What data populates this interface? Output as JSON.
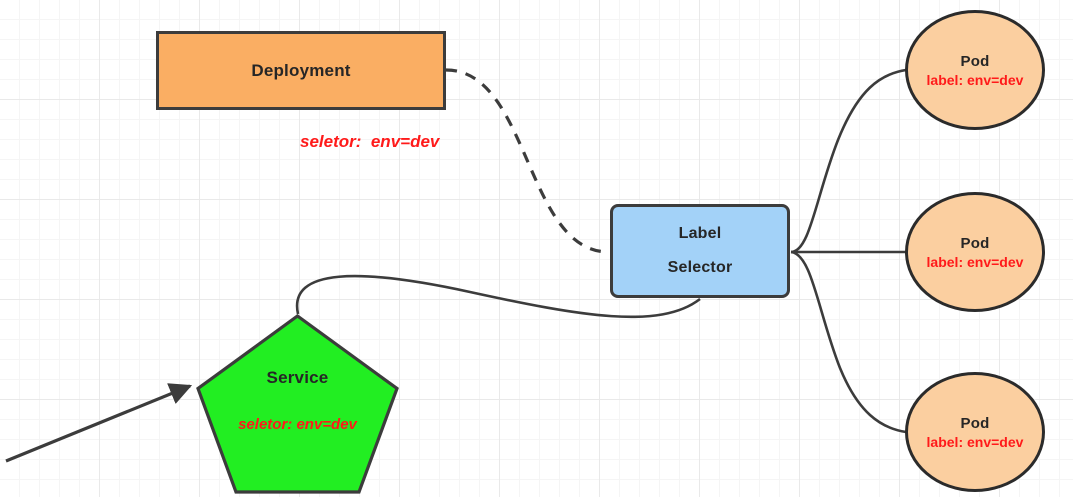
{
  "diagram": {
    "title": "Kubernetes label selector diagram",
    "background": {
      "grid_minor_color": "#f5f5f5",
      "grid_major_color": "#e9e9e9"
    },
    "nodes": {
      "deployment": {
        "label": "Deployment",
        "shape": "rectangle",
        "fill": "#faae63",
        "stroke": "#3c3c3c"
      },
      "deployment_caption": {
        "text": "seletor:  env=dev",
        "color": "#ff1a1a"
      },
      "label_selector": {
        "line1": "Label",
        "line2": "Selector",
        "shape": "rounded-rectangle",
        "fill": "#a3d2f8",
        "stroke": "#3c3c3c"
      },
      "service": {
        "label": "Service",
        "sub": "seletor:  env=dev",
        "shape": "pentagon",
        "fill": "#22ee22",
        "stroke": "#3c3c3c",
        "sub_color": "#ff1a1a"
      },
      "pods": [
        {
          "label": "Pod",
          "sub": "label: env=dev",
          "shape": "ellipse",
          "fill": "#fbcfa0",
          "stroke": "#2b2b2b",
          "sub_color": "#ff1a1a"
        },
        {
          "label": "Pod",
          "sub": "label: env=dev",
          "shape": "ellipse",
          "fill": "#fbcfa0",
          "stroke": "#2b2b2b",
          "sub_color": "#ff1a1a"
        },
        {
          "label": "Pod",
          "sub": "label: env=dev",
          "shape": "ellipse",
          "fill": "#fbcfa0",
          "stroke": "#2b2b2b",
          "sub_color": "#ff1a1a"
        }
      ]
    },
    "edges": [
      {
        "name": "deployment-to-label-selector",
        "style": "dashed",
        "from": "deployment",
        "to": "label_selector",
        "arrowhead": false,
        "color": "#3c3c3c"
      },
      {
        "name": "service-to-label-selector",
        "style": "solid",
        "from": "service",
        "to": "label_selector",
        "arrowhead": false,
        "color": "#3c3c3c"
      },
      {
        "name": "label-selector-to-pod-1",
        "style": "solid",
        "from": "label_selector",
        "to": "pod-1",
        "arrowhead": false,
        "color": "#3c3c3c"
      },
      {
        "name": "label-selector-to-pod-2",
        "style": "solid",
        "from": "label_selector",
        "to": "pod-2",
        "arrowhead": false,
        "color": "#3c3c3c"
      },
      {
        "name": "label-selector-to-pod-3",
        "style": "solid",
        "from": "label_selector",
        "to": "pod-3",
        "arrowhead": false,
        "color": "#3c3c3c"
      },
      {
        "name": "incoming-traffic-to-service",
        "style": "solid",
        "from": "external",
        "to": "service",
        "arrowhead": true,
        "color": "#3c3c3c"
      }
    ]
  }
}
